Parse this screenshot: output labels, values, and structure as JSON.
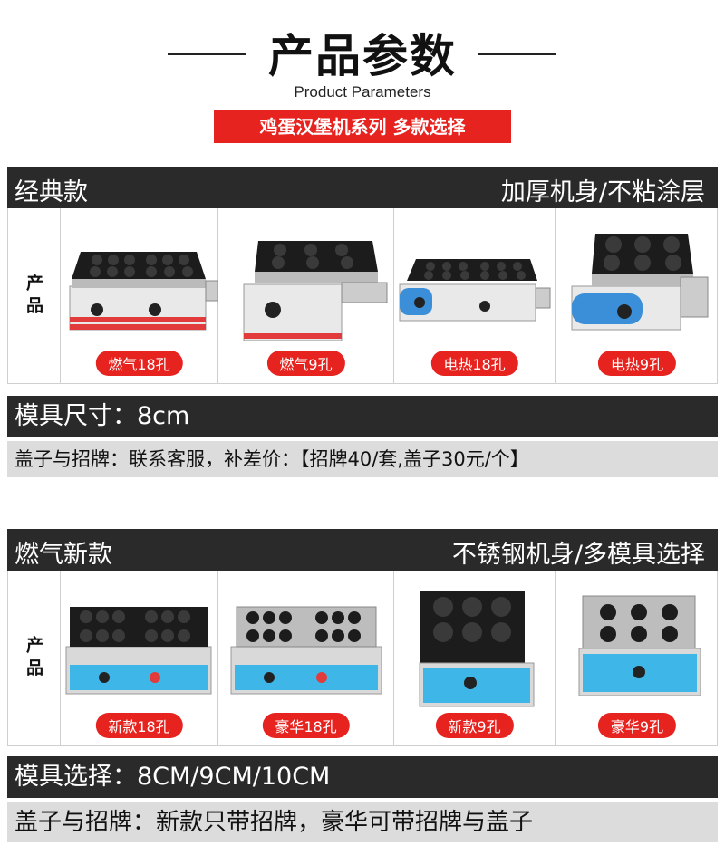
{
  "header": {
    "title": "产品参数",
    "subtitle": "Product Parameters",
    "banner": "鸡蛋汉堡机系列 多款选择"
  },
  "sections": [
    {
      "title_left": "经典款",
      "title_right": "加厚机身/不粘涂层",
      "row_label": "产品",
      "products": [
        {
          "label": "燃气18孔"
        },
        {
          "label": "燃气9孔"
        },
        {
          "label": "电热18孔"
        },
        {
          "label": "电热9孔"
        }
      ],
      "spec": "模具尺寸：8cm",
      "note": "盖子与招牌：联系客服，补差价：【招牌40/套,盖子30元/个】"
    },
    {
      "title_left": "燃气新款",
      "title_right": "不锈钢机身/多模具选择",
      "row_label": "产品",
      "products": [
        {
          "label": "新款18孔"
        },
        {
          "label": "豪华18孔"
        },
        {
          "label": "新款9孔"
        },
        {
          "label": "豪华9孔"
        }
      ],
      "spec": "模具选择：8CM/9CM/10CM",
      "note": "盖子与招牌：新款只带招牌，豪华可带招牌与盖子"
    }
  ],
  "colors": {
    "accent_red": "#e6231f",
    "bar_dark": "#2a2a2a",
    "row_grey": "#dcdcdc"
  }
}
